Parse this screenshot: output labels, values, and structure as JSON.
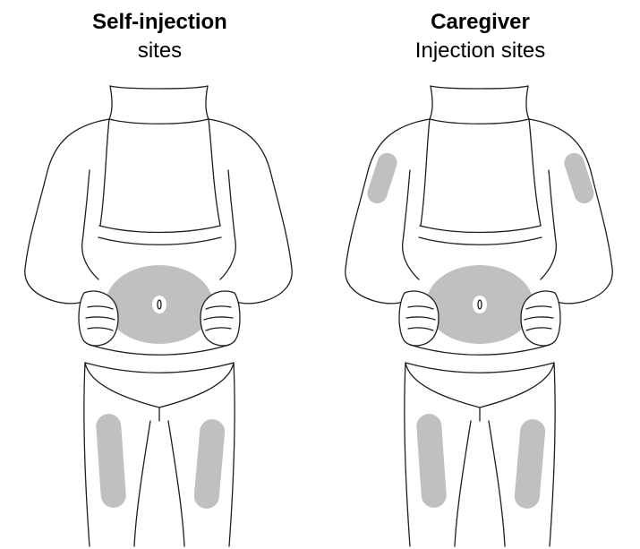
{
  "colors": {
    "injection_site": "#c0c0c0",
    "outline": "#1e1e1e",
    "background": "#ffffff"
  },
  "panels": [
    {
      "heading": "Self-injection",
      "subheading": "sites",
      "sites": [
        "abdomen",
        "left-thigh",
        "right-thigh"
      ]
    },
    {
      "heading": "Caregiver",
      "subheading": "Injection sites",
      "sites": [
        "left-upper-arm",
        "right-upper-arm",
        "abdomen",
        "left-thigh",
        "right-thigh"
      ]
    }
  ]
}
